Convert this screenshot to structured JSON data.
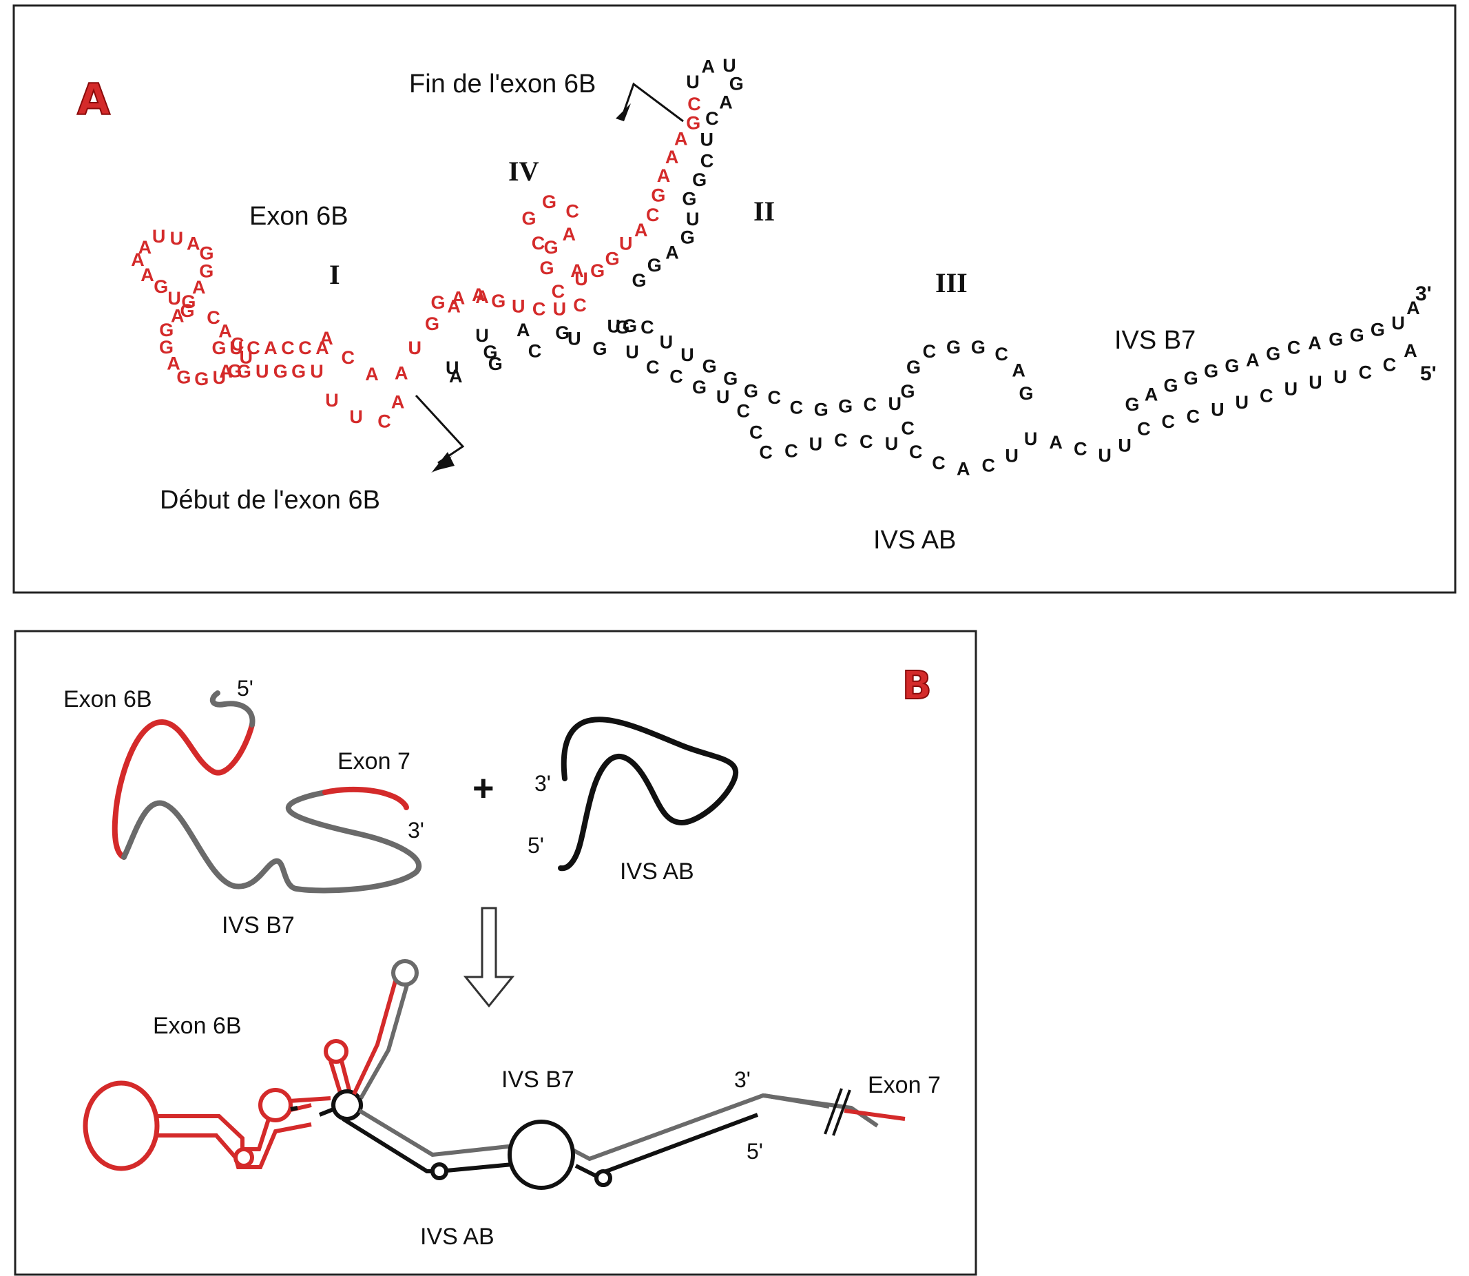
{
  "colors": {
    "exon": "#d42a2a",
    "ivs_ab": "#111111",
    "ivs_b7": "#6a6a6a",
    "frame": "#222222"
  },
  "panel_a": {
    "letter": "A",
    "labels": {
      "exon6b": "Exon 6B",
      "fin": "Fin de l'exon 6B",
      "debut": "Début de l'exon 6B",
      "ivs_b7": "IVS B7",
      "ivs_ab": "IVS AB",
      "three_prime": "3'",
      "five_prime": "5'"
    },
    "domains": {
      "I": "I",
      "II": "II",
      "III": "III",
      "IV": "IV"
    },
    "sequences": {
      "loop1": "GUGAAAUUAGGAGAGGAGGUGUCAC",
      "stem1_top": "GUCACCA",
      "stem1_bottom": "AGUGGU",
      "bulge1": "ACA",
      "stem2": "UUCAAUGAA",
      "hairpin_top": "GAAGUCUC",
      "domain4": "GGCAGCGCU",
      "domain2_red": "AGGUACGAAAGC",
      "domain2_black": "UAUGACUCGGUGAGG",
      "ivs_b7_top": "GCUUGGGCCGGCUGGCGGCAG",
      "ivs_b7_strand": "GAGGGGAGCAGGGUA",
      "ivs_ab_strand": "UCCGUCCCCUCCUCCCACUUACUUCCCUUCUUUCCA",
      "linker": "UAGGGUUCGAUG"
    }
  },
  "panel_b": {
    "letter": "B",
    "labels": {
      "exon6b_top": "Exon 6B",
      "five_top": "5'",
      "exon7_top": "Exon 7",
      "three_top": "3'",
      "ivs_b7_top": "IVS B7",
      "plus": "+",
      "three_ab": "3'",
      "five_ab": "5'",
      "ivs_ab_top": "IVS AB",
      "exon6b_bottom": "Exon 6B",
      "ivs_b7_bottom": "IVS B7",
      "three_bottom": "3'",
      "five_bottom": "5'",
      "exon7_bottom": "Exon 7",
      "ivs_ab_bottom": "IVS AB"
    }
  }
}
